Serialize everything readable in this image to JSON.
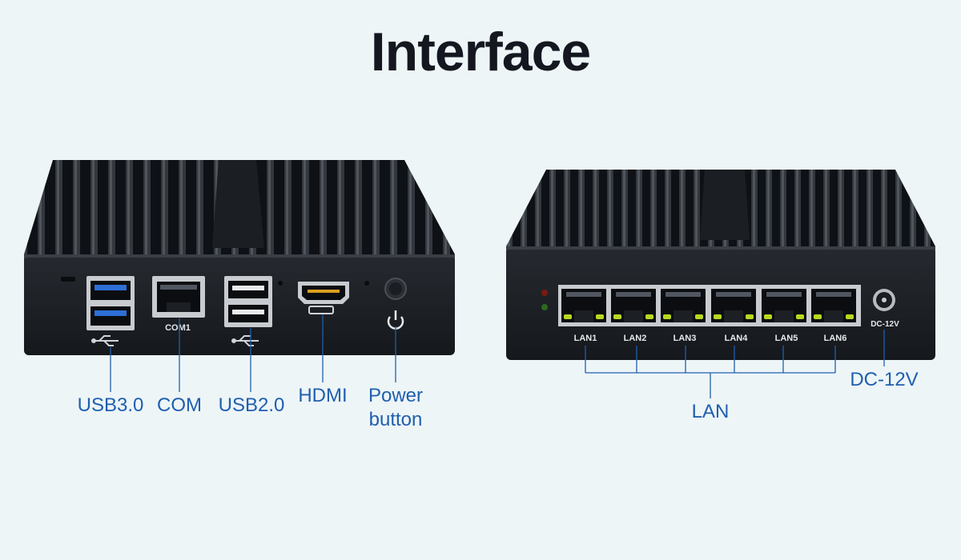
{
  "title": "Interface",
  "accent_color": "#1f5fae",
  "left_device": {
    "port_labels": {
      "com1": "COM1"
    },
    "callouts": {
      "usb3": "USB3.0",
      "com": "COM",
      "usb2": "USB2.0",
      "hdmi": "HDMI",
      "power_line1": "Power",
      "power_line2": "button"
    }
  },
  "right_device": {
    "port_labels": {
      "lan1": "LAN1",
      "lan2": "LAN2",
      "lan3": "LAN3",
      "lan4": "LAN4",
      "lan5": "LAN5",
      "lan6": "LAN6",
      "dc": "DC-12V"
    },
    "callouts": {
      "lan": "LAN",
      "dc": "DC-12V"
    }
  }
}
